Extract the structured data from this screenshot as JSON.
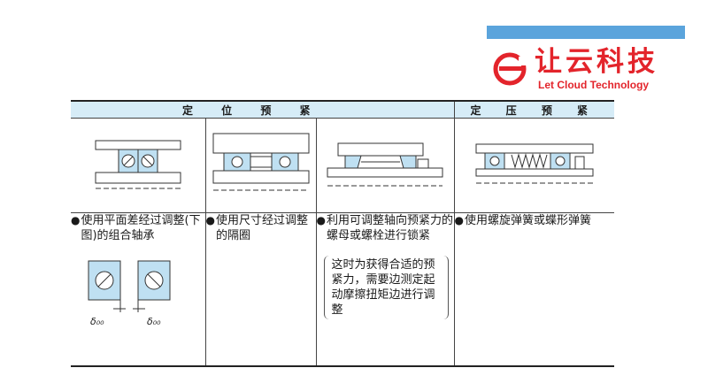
{
  "logo": {
    "cn": "让云科技",
    "en": "Let Cloud Technology",
    "color": "#e3242b",
    "icon": "rotating-e-logo-icon"
  },
  "topbar": {
    "color": "#5ba4dc"
  },
  "header": {
    "left": "定 位 预 紧",
    "right": "定 压 预 紧",
    "bg": "#d6ecf7"
  },
  "columns": [
    {
      "text": "使用平面差经过调整(下图)的组合轴承",
      "label_left": "δ₀₀",
      "label_right": "δ₀₀"
    },
    {
      "text": "使用尺寸经过调整的隔圈"
    },
    {
      "text": "利用可调整轴向预紧力的螺母或螺栓进行锁紧",
      "note": "这时为获得合适的预紧力，需要边测定起动摩擦扭矩边进行调整"
    },
    {
      "text": "使用螺旋弹簧或蝶形弹簧"
    }
  ],
  "bullet": "●",
  "colors": {
    "bearing": "#bfe0f2",
    "line": "#333333"
  }
}
